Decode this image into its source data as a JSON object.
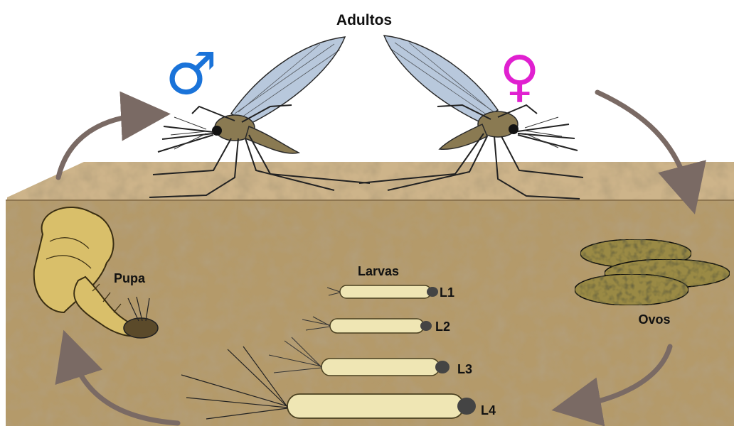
{
  "labels": {
    "adults": "Adultos",
    "pupa": "Pupa",
    "larvae": "Larvas",
    "l1": "L1",
    "l2": "L2",
    "l3": "L3",
    "l4": "L4",
    "eggs": "Ovos"
  },
  "symbols": {
    "male": "♂",
    "female": "♀"
  },
  "colors": {
    "male_symbol": "#1a73d9",
    "female_symbol": "#e020d0",
    "soil_top": "#cdb48a",
    "soil_front": "#b49a6a",
    "arrow": "#7a6a64",
    "wing": "#b8c8dc",
    "larva": "#efe6b4",
    "pupa": "#d9bf6a",
    "egg": "#9a8a44"
  }
}
